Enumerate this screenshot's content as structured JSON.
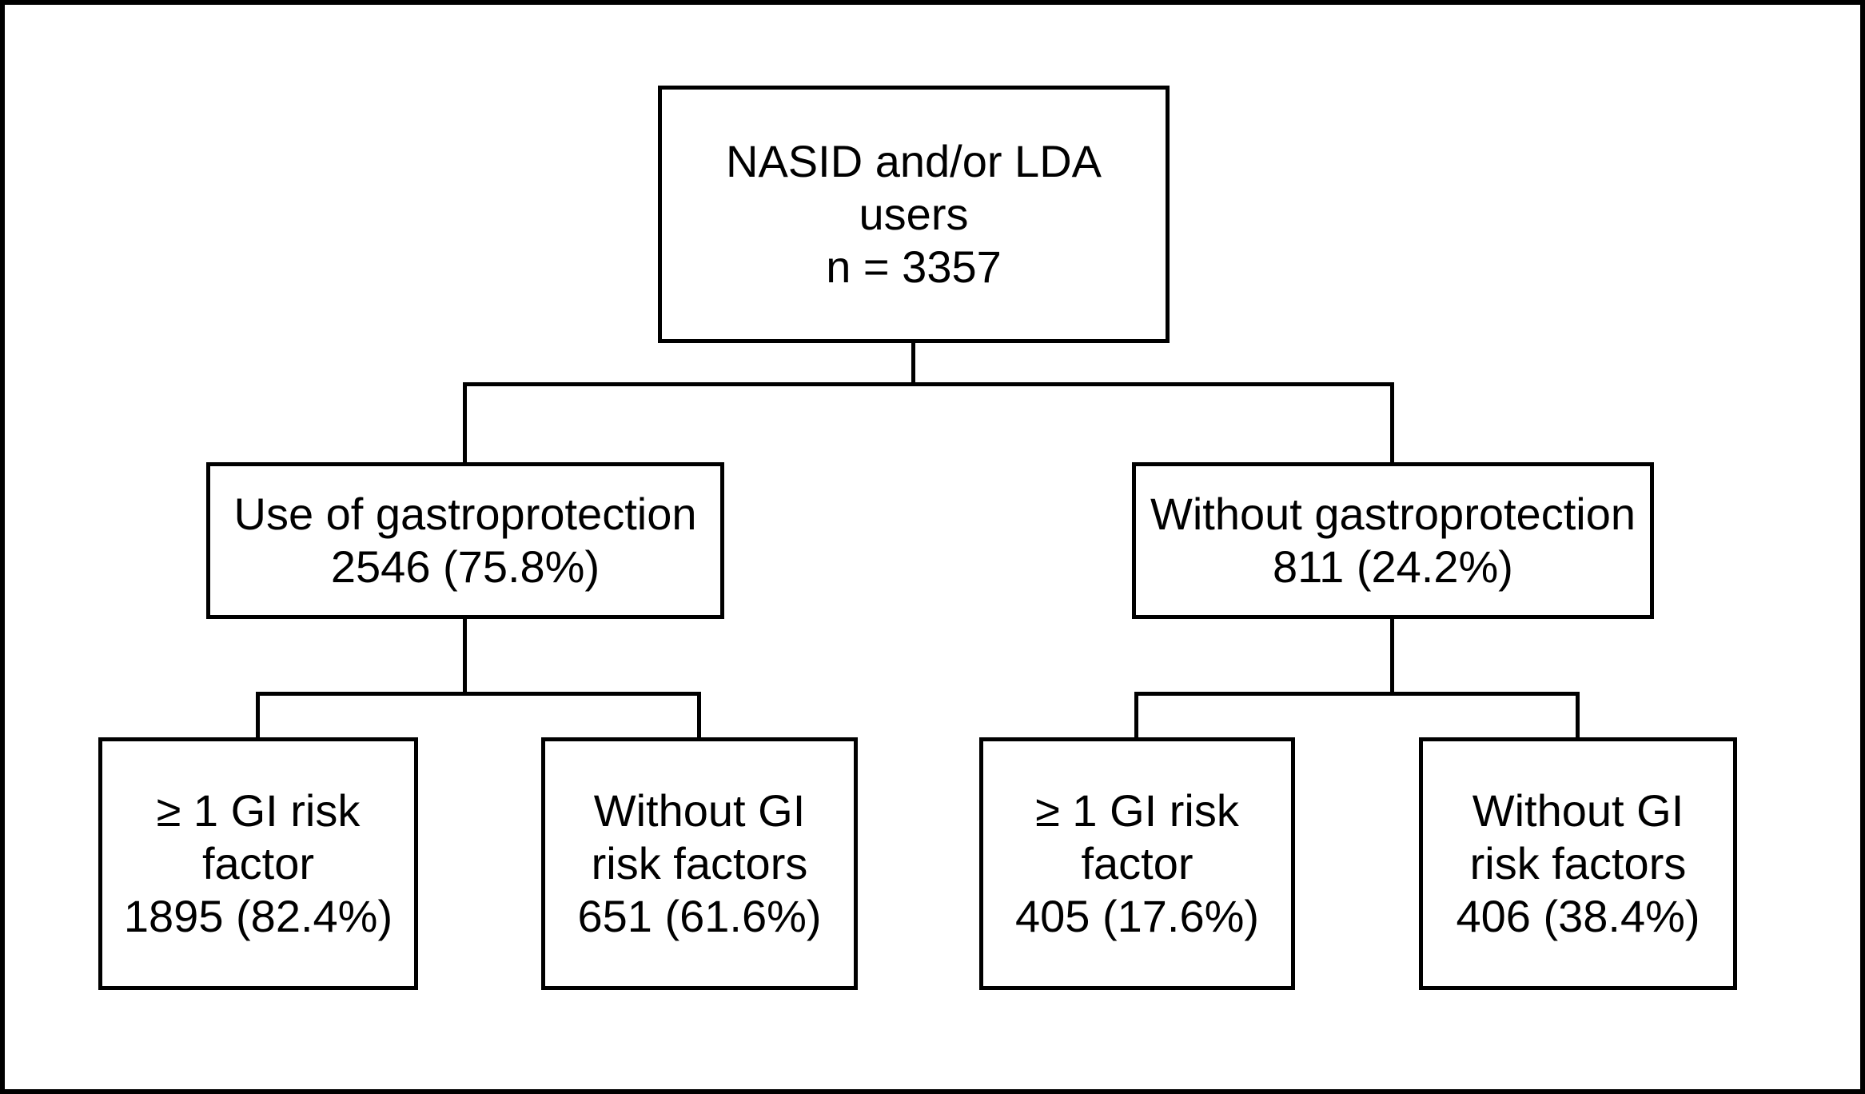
{
  "colors": {
    "line": "#000000",
    "background": "#ffffff",
    "text": "#000000"
  },
  "tree": {
    "lines": [
      "NASID and/or LDA",
      "users",
      "n = 3357"
    ],
    "children": [
      {
        "lines": [
          "Use of gastroprotection",
          "2546 (75.8%)"
        ],
        "children": [
          {
            "lines": [
              "≥ 1 GI risk",
              "factor",
              "1895 (82.4%)"
            ]
          },
          {
            "lines": [
              "Without GI",
              "risk factors",
              "651 (61.6%)"
            ]
          }
        ]
      },
      {
        "lines": [
          "Without gastroprotection",
          "811 (24.2%)"
        ],
        "children": [
          {
            "lines": [
              "≥ 1 GI risk",
              "factor",
              "405 (17.6%)"
            ]
          },
          {
            "lines": [
              "Without GI",
              "risk factors",
              "406 (38.4%)"
            ]
          }
        ]
      }
    ]
  }
}
